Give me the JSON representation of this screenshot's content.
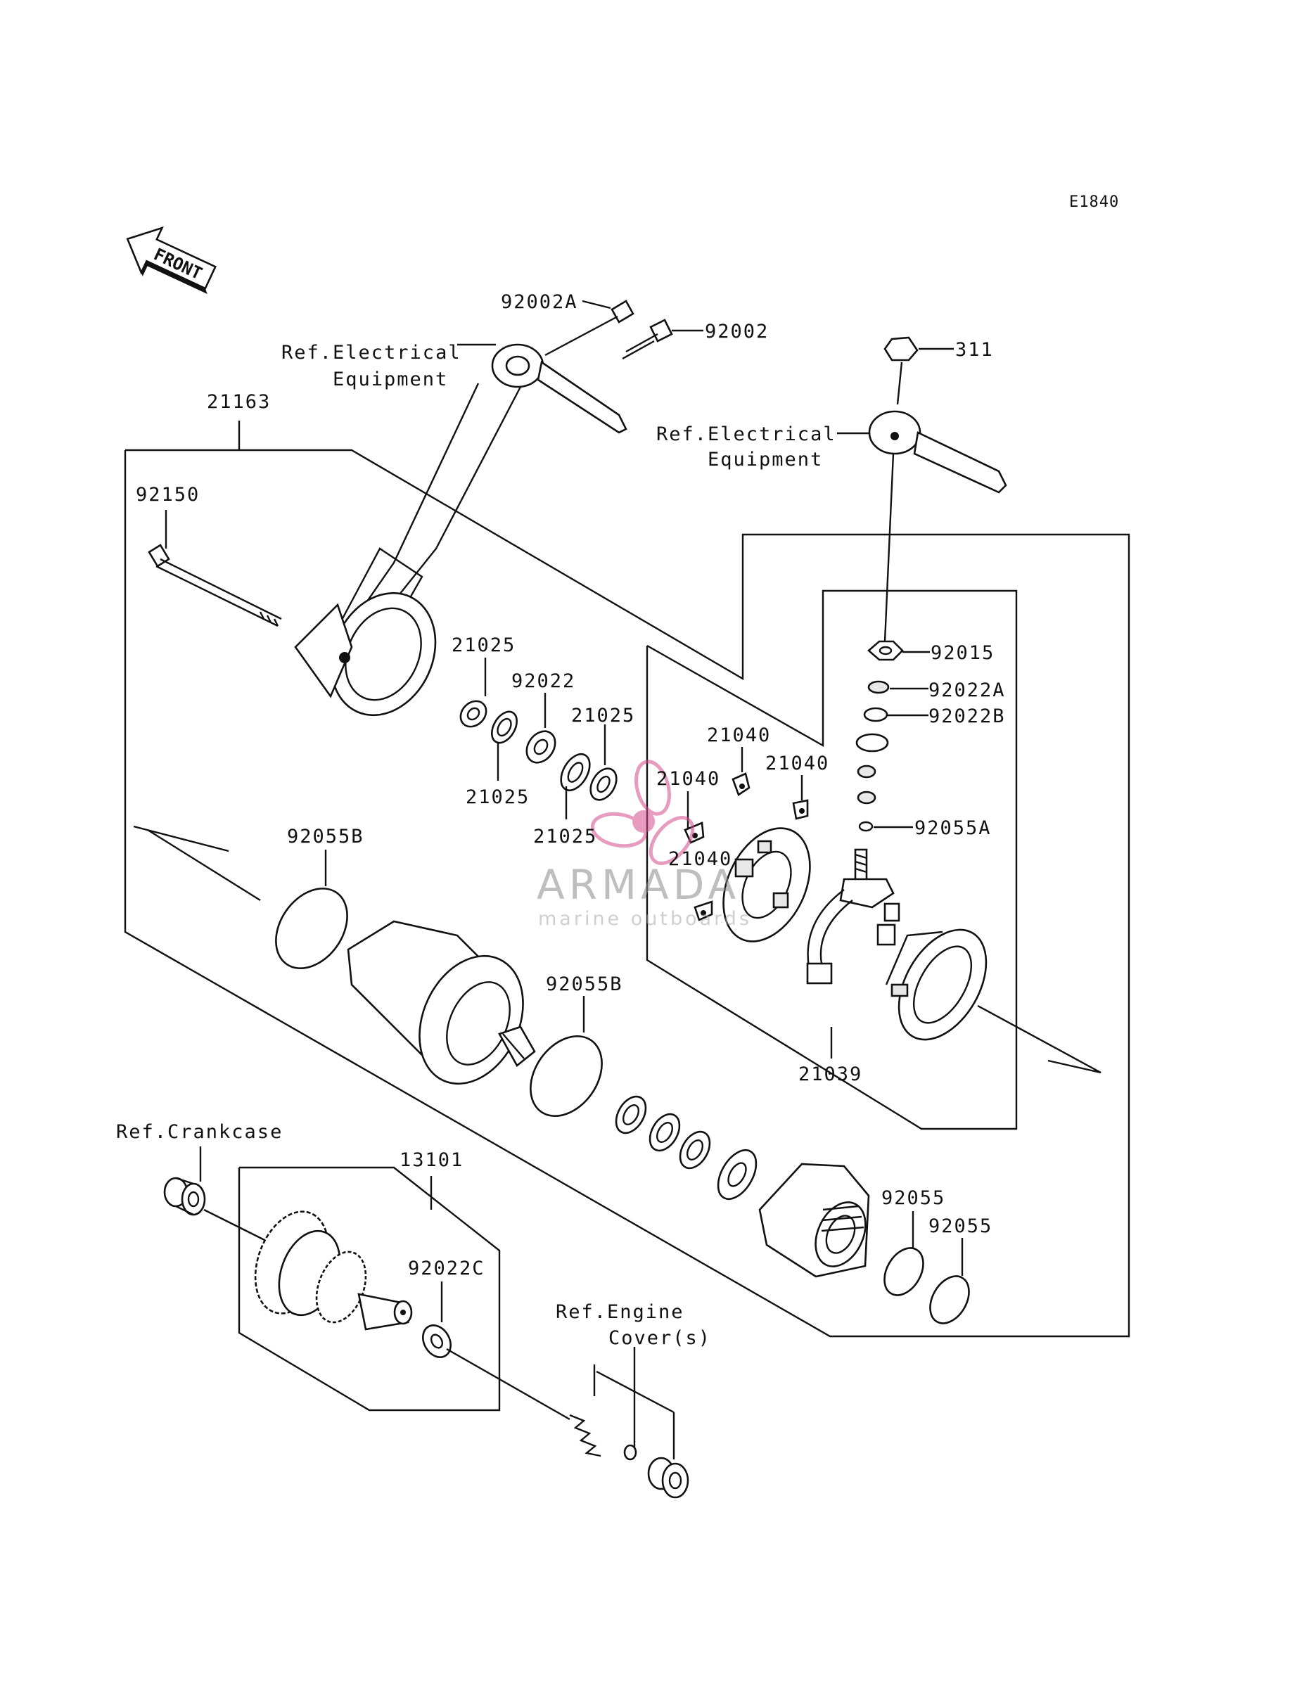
{
  "diagram_code": "E1840",
  "front_label": "FRONT",
  "watermark": {
    "name": "ARMADA",
    "tagline": "marine outboards"
  },
  "labels": {
    "l_92002A": "92002A",
    "l_92002": "92002",
    "l_311": "311",
    "l_ref_elec_1a": "Ref.Electrical",
    "l_ref_elec_1b": "Equipment",
    "l_ref_elec_2a": "Ref.Electrical",
    "l_ref_elec_2b": "Equipment",
    "l_21163": "21163",
    "l_92150": "92150",
    "l_21025_a": "21025",
    "l_92022": "92022",
    "l_21025_b": "21025",
    "l_21025_c": "21025",
    "l_21025_d": "21025",
    "l_92015": "92015",
    "l_92022A": "92022A",
    "l_92022B": "92022B",
    "l_21040_a": "21040",
    "l_21040_b": "21040",
    "l_21040_c": "21040",
    "l_21040_d": "21040",
    "l_92055A": "92055A",
    "l_92055B_a": "92055B",
    "l_92055B_b": "92055B",
    "l_21039": "21039",
    "l_ref_crank": "Ref.Crankcase",
    "l_13101": "13101",
    "l_92022C": "92022C",
    "l_92055_a": "92055",
    "l_92055_b": "92055",
    "l_ref_eng_a": "Ref.Engine",
    "l_ref_eng_b": "Cover(s)"
  }
}
